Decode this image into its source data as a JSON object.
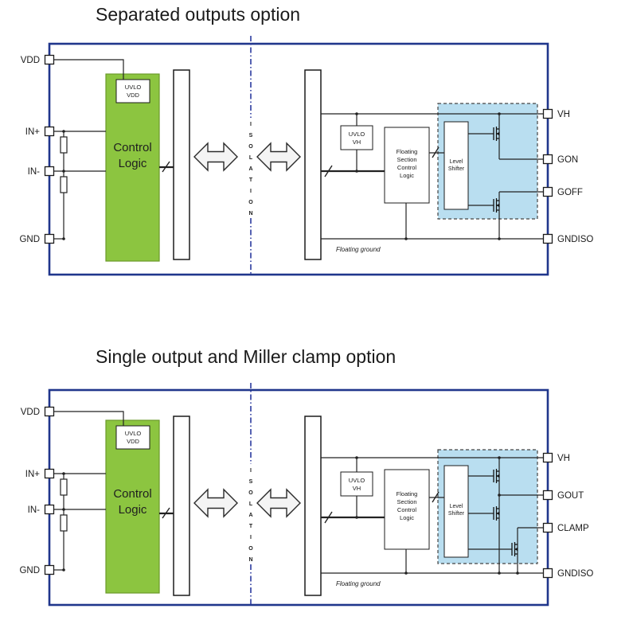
{
  "colors": {
    "outline_blue": "#20368c",
    "green_fill": "#8cc540",
    "light_blue_fill": "#b9def0",
    "isolation_blue": "#2b3a9e"
  },
  "diagram_top": {
    "title": "Separated outputs option",
    "pins_left": [
      "VDD",
      "IN+",
      "IN-",
      "GND"
    ],
    "pins_right": [
      "VH",
      "GON",
      "GOFF",
      "GNDISO"
    ],
    "uvlo_vdd": {
      "line1": "UVLO",
      "line2": "VDD"
    },
    "control_logic": {
      "line1": "Control",
      "line2": "Logic"
    },
    "uvlo_vh": {
      "line1": "UVLO",
      "line2": "VH"
    },
    "floating_section": {
      "line1": "Floating",
      "line2": "Section",
      "line3": "Control",
      "line4": "Logic"
    },
    "level_shifter": {
      "line1": "Level",
      "line2": "Shifter"
    },
    "isolation_label": "ISOLATION",
    "floating_ground": "Floating ground"
  },
  "diagram_bottom": {
    "title": "Single output and Miller clamp option",
    "pins_left": [
      "VDD",
      "IN+",
      "IN-",
      "GND"
    ],
    "pins_right": [
      "VH",
      "GOUT",
      "CLAMP",
      "GNDISO"
    ],
    "uvlo_vdd": {
      "line1": "UVLO",
      "line2": "VDD"
    },
    "control_logic": {
      "line1": "Control",
      "line2": "Logic"
    },
    "uvlo_vh": {
      "line1": "UVLO",
      "line2": "VH"
    },
    "floating_section": {
      "line1": "Floating",
      "line2": "Section",
      "line3": "Control",
      "line4": "Logic"
    },
    "level_shifter": {
      "line1": "Level",
      "line2": "Shifter"
    },
    "isolation_label": "ISOLATION",
    "floating_ground": "Floating ground"
  }
}
